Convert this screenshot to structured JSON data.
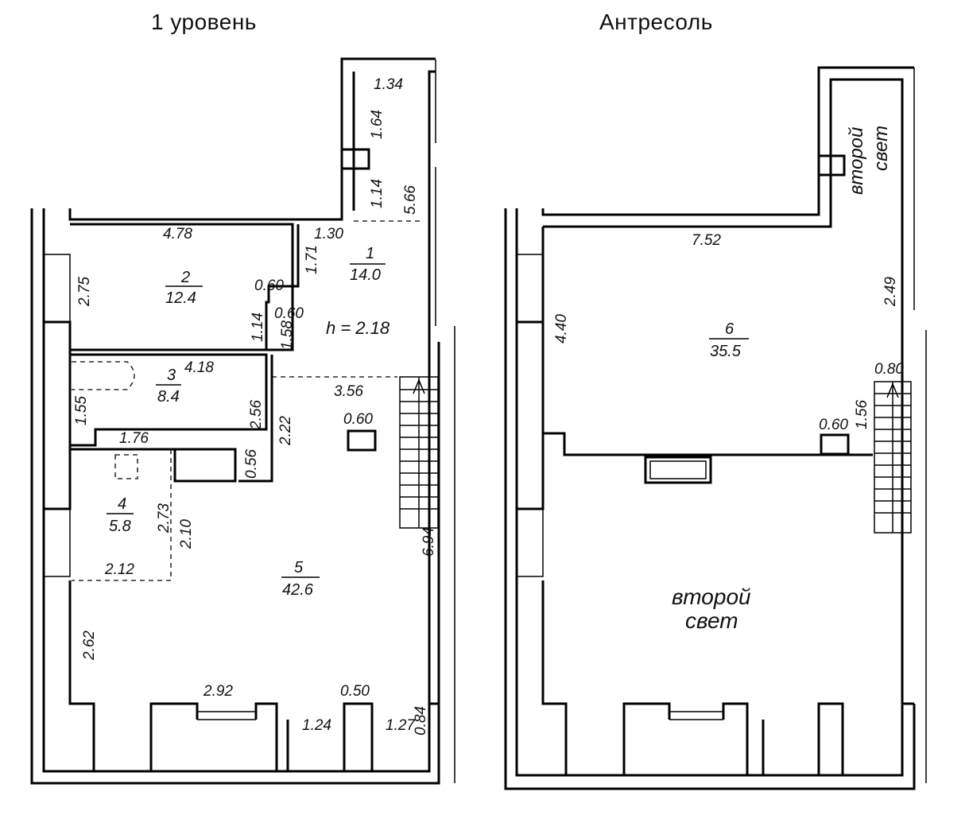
{
  "levels": {
    "level1_title": "1 уровень",
    "mezz_title": "Антресоль"
  },
  "level1": {
    "dims": {
      "d_1_34": "1.34",
      "d_1_64": "1.64",
      "d_1_14a": "1.14",
      "d_5_66": "5.66",
      "d_4_78": "4.78",
      "d_1_30": "1.30",
      "d_2_75": "2.75",
      "d_1_71": "1.71",
      "d_0_60a": "0.60",
      "d_1_14b": "1.14",
      "d_0_60b": "0.60",
      "d_1_58": "1.58",
      "d_4_18": "4.18",
      "d_3_56": "3.56",
      "d_1_55": "1.55",
      "d_2_56": "2.56",
      "d_2_22": "2.22",
      "d_0_60c": "0.60",
      "d_1_76": "1.76",
      "d_0_56": "0.56",
      "d_2_73": "2.73",
      "d_2_10": "2.10",
      "d_6_94": "6.94",
      "d_2_12": "2.12",
      "d_2_62": "2.62",
      "d_2_92": "2.92",
      "d_0_50": "0.50",
      "d_1_24": "1.24",
      "d_1_27": "1.27",
      "d_0_84": "0.84"
    },
    "height_label": "h = 2.18",
    "rooms": [
      {
        "num": "1",
        "area": "14.0"
      },
      {
        "num": "2",
        "area": "12.4"
      },
      {
        "num": "3",
        "area": "8.4"
      },
      {
        "num": "4",
        "area": "5.8"
      },
      {
        "num": "5",
        "area": "42.6"
      }
    ]
  },
  "mezz": {
    "dims": {
      "d_7_52": "7.52",
      "d_2_49": "2.49",
      "d_4_40": "4.40",
      "d_0_80": "0.80",
      "d_1_56": "1.56",
      "d_0_60": "0.60"
    },
    "room": {
      "num": "6",
      "area": "35.5"
    },
    "second_light_1": "второй",
    "second_light_2": "свет"
  }
}
